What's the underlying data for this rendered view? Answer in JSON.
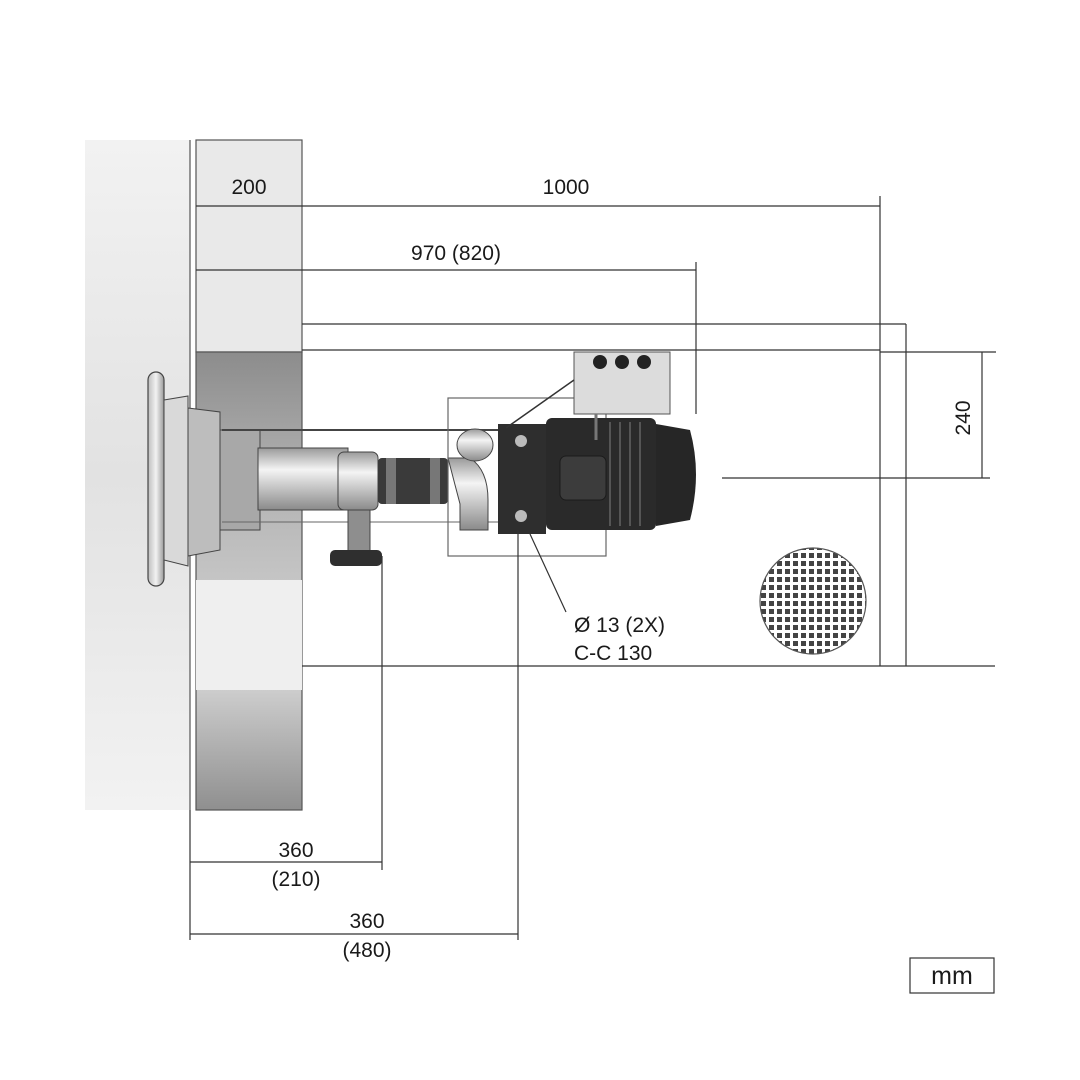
{
  "dimensions": {
    "wall_thickness": "200",
    "overall_length": "1000",
    "pump_length": "970 (820)",
    "height": "240",
    "bolt_holes_line1": "Ø 13 (2X)",
    "bolt_holes_line2": "C-C 130",
    "valve_offset_line1": "360",
    "valve_offset_line2": "(210)",
    "foot_offset_line1": "360",
    "foot_offset_line2": "(480)"
  },
  "units": "mm",
  "colors": {
    "wall": "#e6e6e6",
    "wall_dark": "#9d9d9d",
    "motor": "#2b2b2b",
    "pipe": "#cfcfcf"
  }
}
